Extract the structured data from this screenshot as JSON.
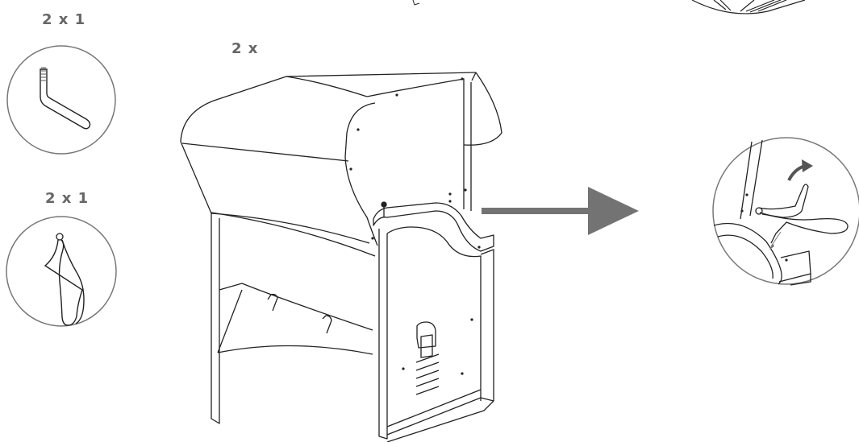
{
  "quantities": {
    "allen_key": "2 x 1",
    "cotter_pin": "2 x 1",
    "chair": "2 x"
  },
  "colors": {
    "line": "#222222",
    "circle": "#777777",
    "arrow": "#737373",
    "label": "#666666"
  },
  "icons": {
    "hardware_1": "allen-key-icon",
    "hardware_2": "cotter-pin-icon",
    "direction": "arrow-right-icon",
    "detail": "magnified-detail-icon"
  }
}
